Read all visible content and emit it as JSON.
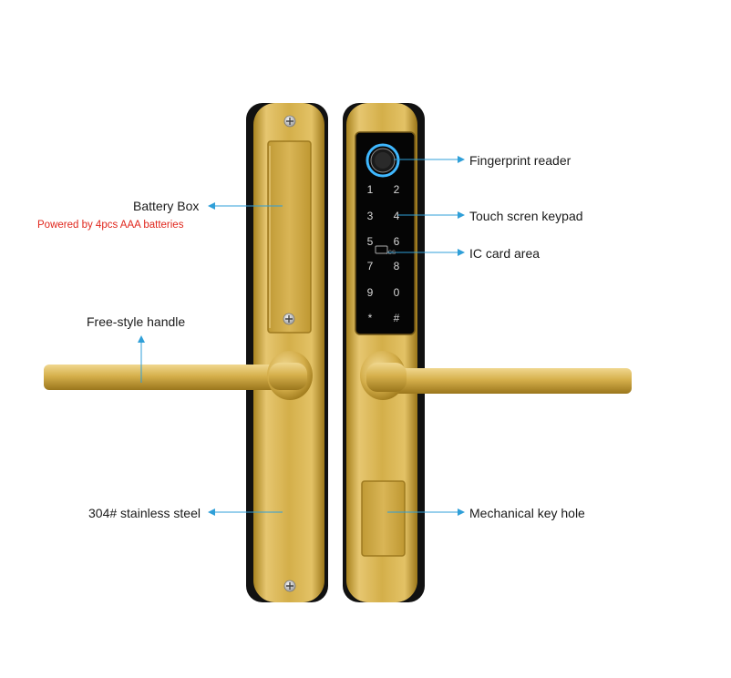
{
  "colors": {
    "gold": "#c9a23a",
    "gold_light": "#ead083",
    "gold_dark": "#8a6a1c",
    "arrow": "#2f9fd8",
    "subtitle": "#e0261c",
    "panel": "#050505"
  },
  "labels": {
    "battery_box": "Battery Box",
    "battery_note": "Powered by 4pcs AAA batteries",
    "handle": "Free-style handle",
    "steel": "304# stainless steel",
    "fingerprint": "Fingerprint reader",
    "keypad": "Touch scren keypad",
    "ic_card": "IC card area",
    "keyhole": "Mechanical key hole"
  },
  "keypad": {
    "keys": [
      "1",
      "2",
      "3",
      "4",
      "5",
      "6",
      "7",
      "8",
      "9",
      "0",
      "*",
      "#"
    ]
  },
  "icons": {
    "fingerprint": "fingerprint-icon",
    "card": "card-icon",
    "screw": "screw-icon"
  }
}
